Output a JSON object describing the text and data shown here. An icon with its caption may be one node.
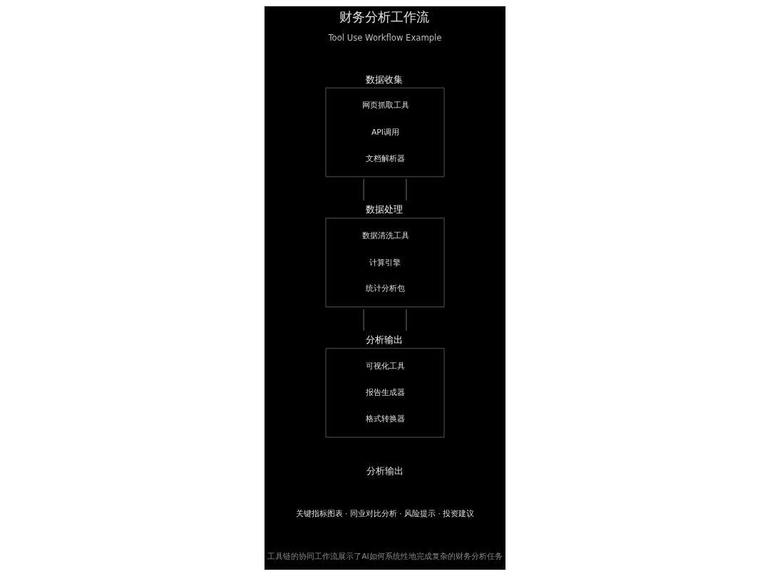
{
  "diagram": {
    "title": "财务分析工作流",
    "caption": "工具链的协同工作流展示了AI如何系统性地完成复杂的财务分析任务",
    "nodes": [
      {
        "text": [
          "数据收集",
          "网页抓取工具",
          "API调用",
          "文档解析器"
        ]
      },
      {
        "text": [
          "数据处理",
          "数据清洗工具",
          "计算引擎",
          "统计分析包"
        ]
      },
      {
        "text": [
          "分析输出",
          "可视化工具",
          "报告生成器",
          "格式转换器"
        ]
      }
    ],
    "edges": [
      {
        "from": 0,
        "to": 1,
        "arrow": "none"
      },
      {
        "from": 0,
        "to": 1,
        "arrow": "none"
      },
      {
        "from": 1,
        "to": 2,
        "arrow": "none"
      },
      {
        "from": 1,
        "to": 2,
        "arrow": "none"
      }
    ],
    "labels": [
      "Tool Use Workflow Example",
      "分析输出",
      "关键指标图表 · 同业对比分析 · 风险提示 · 投资建议"
    ]
  }
}
